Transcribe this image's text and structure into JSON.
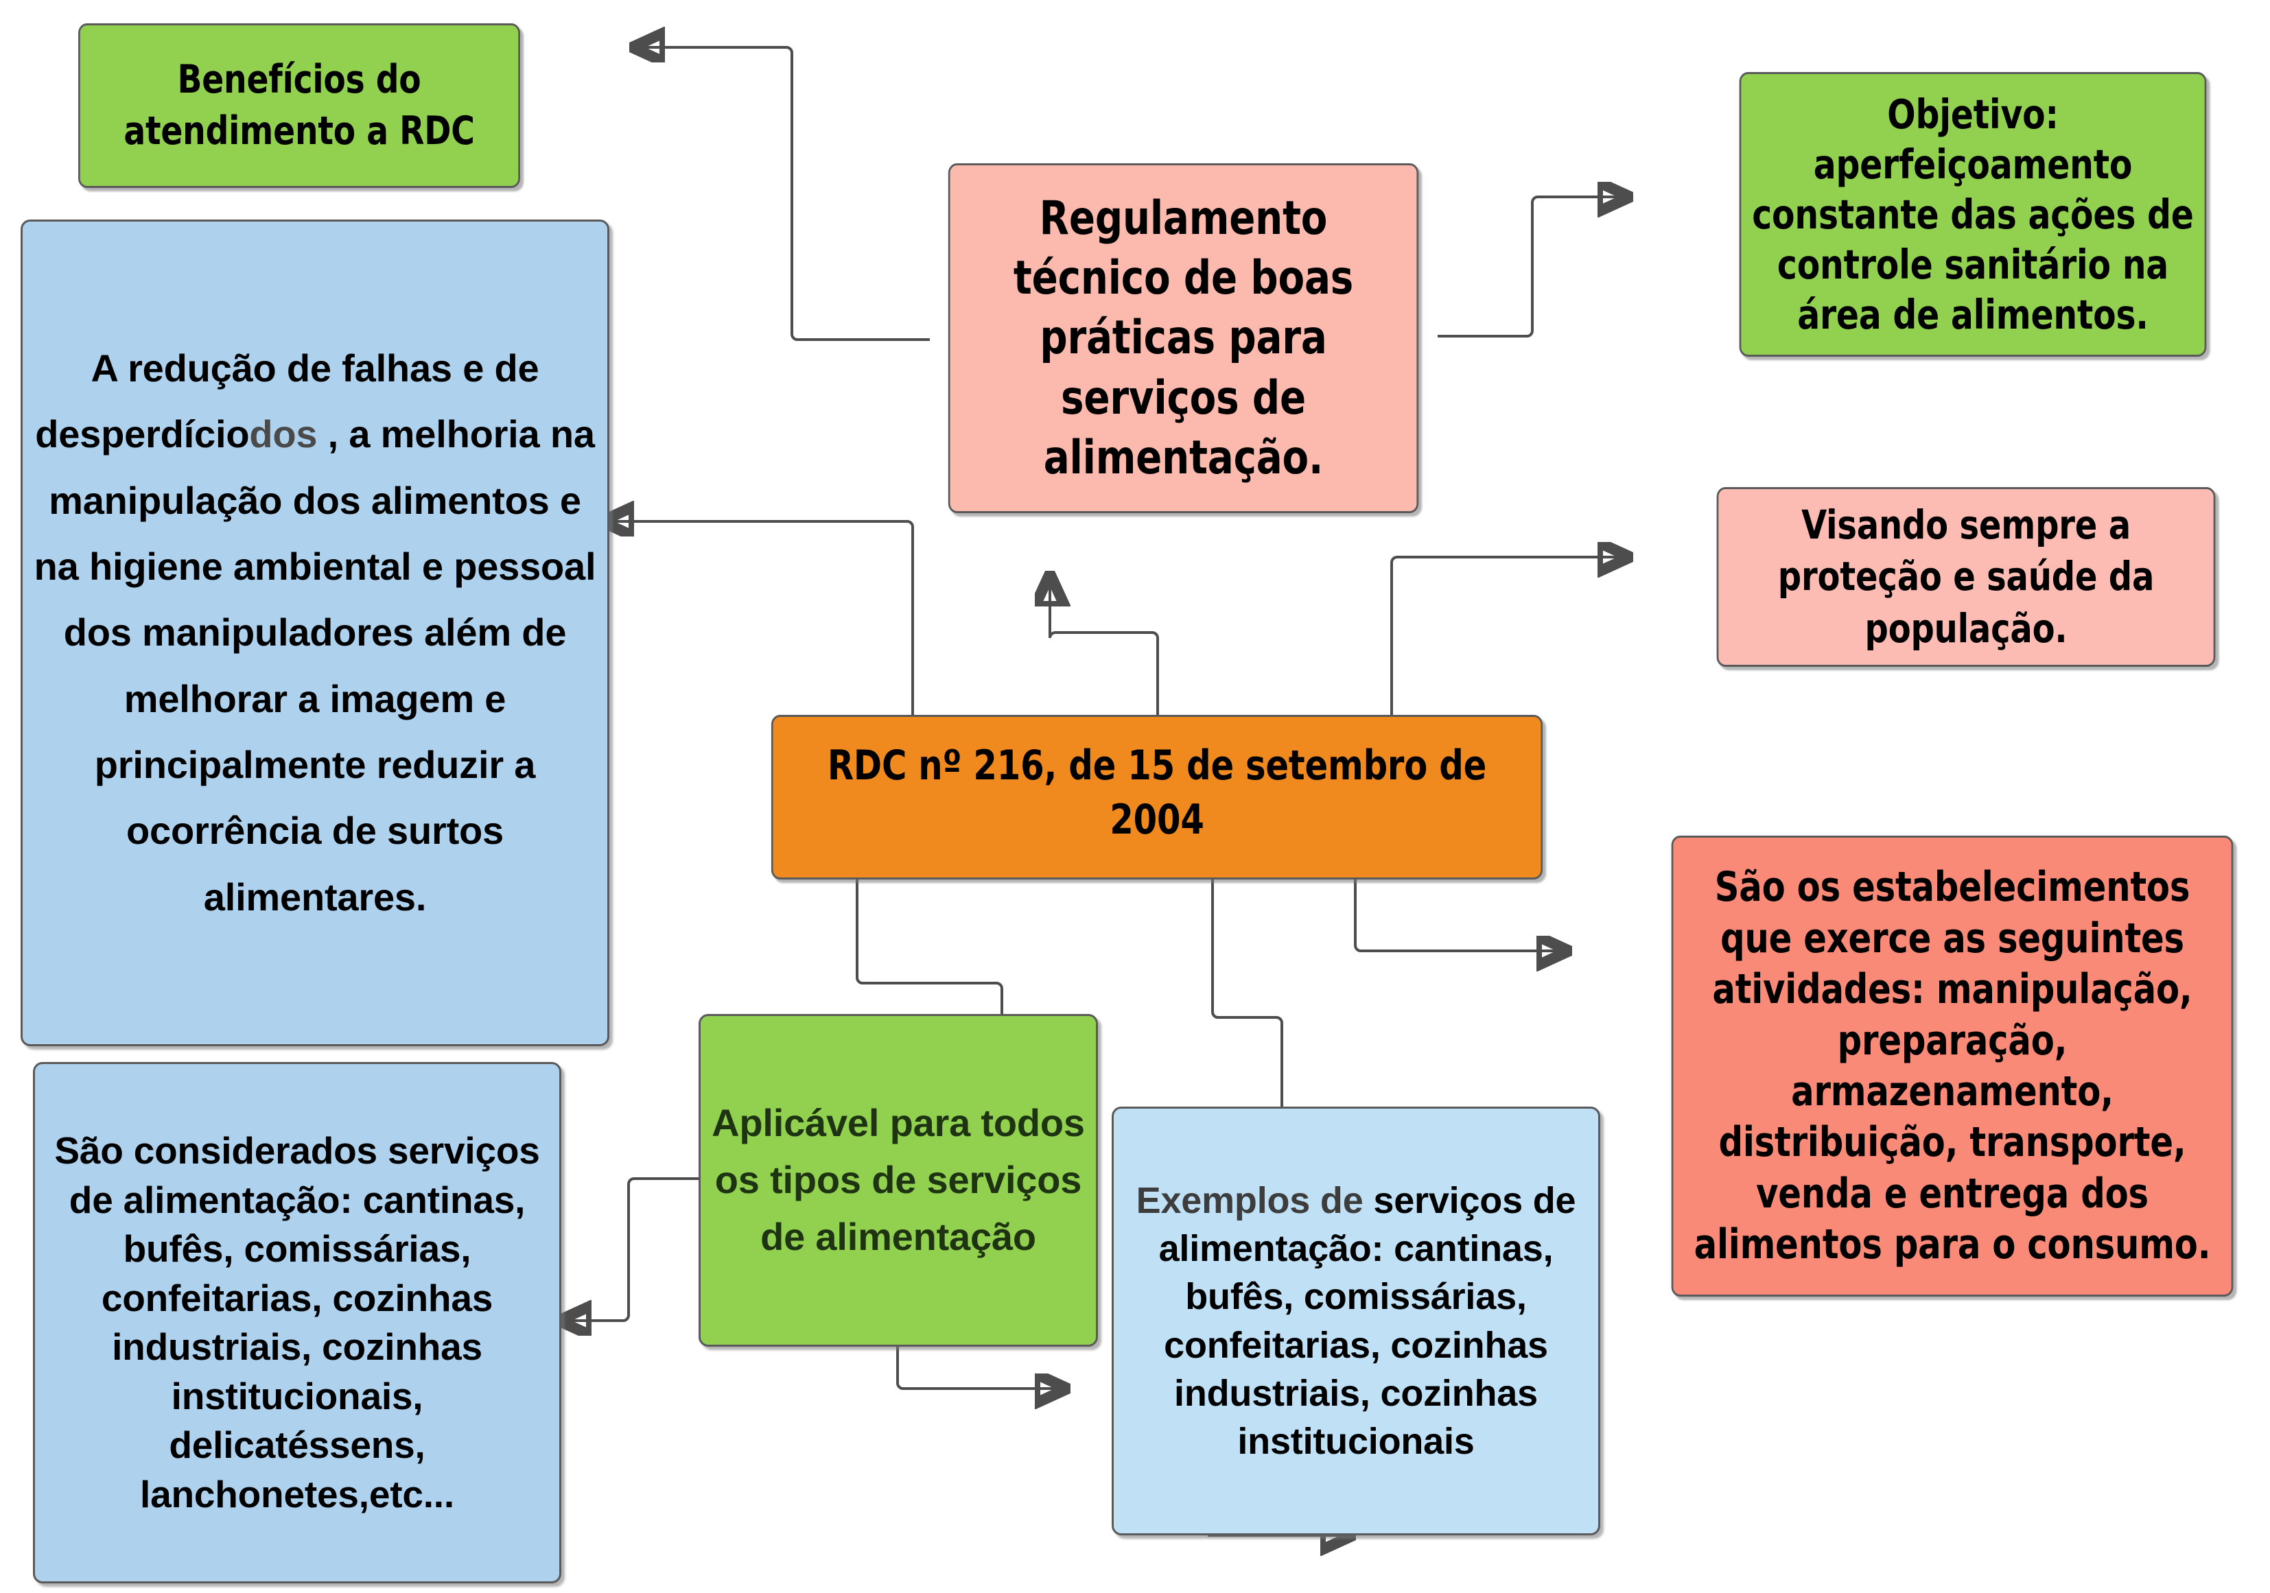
{
  "diagram": {
    "title": "Mapa conceitual RDC 216/2004",
    "colors": {
      "green": "#92d050",
      "pink": "#fcb9ae",
      "pink_light": "#fcbcb3",
      "salmon": "#fa8a78",
      "blue": "#aed2ee",
      "blue_light": "#bfe0f5",
      "orange": "#f08a1e",
      "border": "#5a5a5a",
      "connector": "#4d4d4d",
      "text_dark_green": "#1d3312",
      "text_gray": "#4a4a4a"
    }
  },
  "nodes": {
    "beneficios": {
      "label": "Benefícios do atendimento a RDC",
      "color": "green"
    },
    "reducao_falhas": {
      "part1": "A redução de falhas e de desperdício",
      "part2": "dos",
      "part3": " , a melhoria na manipulação dos alimentos e na higiene ambiental e pessoal dos manipuladores  além de melhorar a imagem e principalmente reduzir a ocorrência de surtos alimentares.",
      "color": "blue"
    },
    "regulamento": {
      "label": "Regulamento técnico de boas práticas para serviços de alimentação.",
      "color": "pink"
    },
    "objetivo": {
      "label": "Objetivo: aperfeiçoamento constante das ações de controle sanitário na área de alimentos.",
      "color": "green"
    },
    "visando": {
      "label": "Visando sempre a proteção e saúde da população.",
      "color": "pink_light"
    },
    "rdc": {
      "label": "RDC nº 216, de 15 de  setembro de 2004",
      "color": "orange"
    },
    "estabelecimentos": {
      "label": "São os estabelecimentos que exerce as seguintes atividades: manipulação, preparação, armazenamento, distribuição, transporte, venda e entrega dos alimentos para o consumo.",
      "color": "salmon"
    },
    "considerados": {
      "label": "São considerados serviços de alimentação: cantinas, bufês, comissárias, confeitarias, cozinhas industriais, cozinhas institucionais, delicatéssens, lanchonetes,etc...",
      "color": "blue"
    },
    "aplicavel": {
      "label": "Aplicável  para todos os tipos de serviços de alimentação",
      "color": "green"
    },
    "exemplos": {
      "head": "Exemplos de ",
      "body": "serviços de  alimentação: cantinas, bufês, comissárias, confeitarias, cozinhas industriais, cozinhas institucionais",
      "color": "blue_light"
    }
  },
  "connectors": [
    {
      "name": "regulamento-to-beneficios",
      "from": "regulamento",
      "to": "beneficios",
      "arrow": "left"
    },
    {
      "name": "regulamento-to-objetivo",
      "from": "regulamento",
      "to": "objetivo",
      "arrow": "right"
    },
    {
      "name": "rdc-to-regulamento",
      "from": "rdc",
      "to": "regulamento",
      "arrow": "up"
    },
    {
      "name": "rdc-to-visando",
      "from": "rdc",
      "to": "visando",
      "arrow": "right"
    },
    {
      "name": "rdc-to-reducao",
      "from": "rdc",
      "to": "reducao_falhas",
      "arrow": "left"
    },
    {
      "name": "rdc-to-estabelecimentos",
      "from": "rdc",
      "to": "estabelecimentos",
      "arrow": "right"
    },
    {
      "name": "rdc-to-aplicavel",
      "from": "rdc",
      "to": "aplicavel",
      "arrow": "down"
    },
    {
      "name": "rdc-to-exemplos",
      "from": "rdc",
      "to": "exemplos",
      "arrow": "down"
    },
    {
      "name": "aplicavel-to-considerados",
      "from": "aplicavel",
      "to": "considerados",
      "arrow": "left"
    },
    {
      "name": "aplicavel-to-exemplos",
      "from": "aplicavel",
      "to": "exemplos",
      "arrow": "right"
    },
    {
      "name": "exemplos-bottom",
      "from": "exemplos",
      "to": "exemplos",
      "arrow": "right"
    }
  ]
}
